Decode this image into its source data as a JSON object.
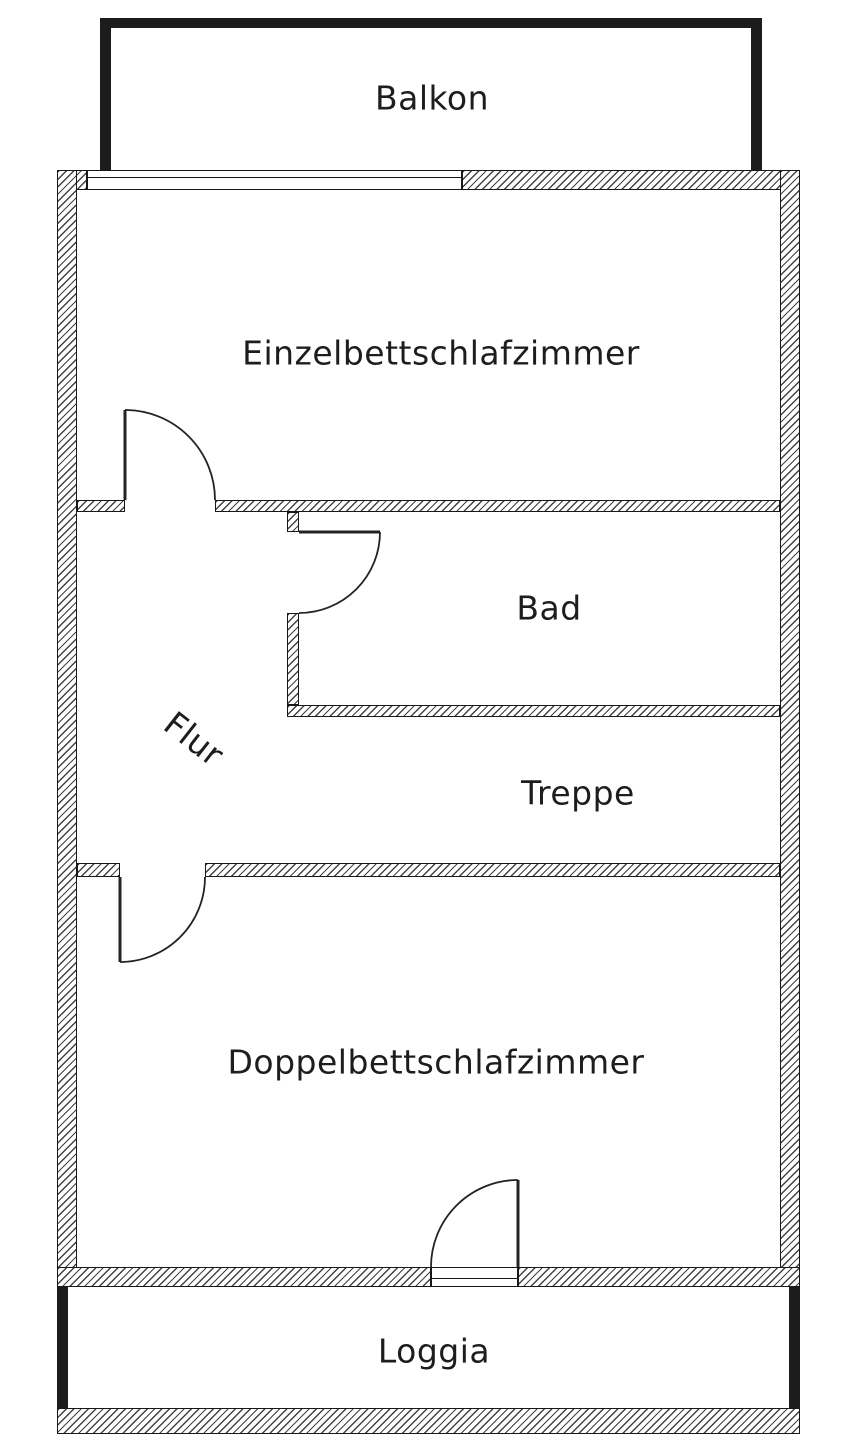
{
  "floorplan": {
    "rooms": {
      "balkon": {
        "label": "Balkon"
      },
      "einzelbettschlafzimmer": {
        "label": "Einzelbettschlafzimmer"
      },
      "bad": {
        "label": "Bad"
      },
      "flur": {
        "label": "Flur"
      },
      "treppe": {
        "label": "Treppe"
      },
      "doppelbettschlafzimmer": {
        "label": "Doppelbettschlafzimmer"
      },
      "loggia": {
        "label": "Loggia"
      }
    },
    "colors": {
      "background": "#ffffff",
      "wall_outline": "#181818",
      "wall_hatch": "#424242",
      "solid_wall": "#1c1c1c",
      "label_text": "#1d1d1d"
    }
  }
}
